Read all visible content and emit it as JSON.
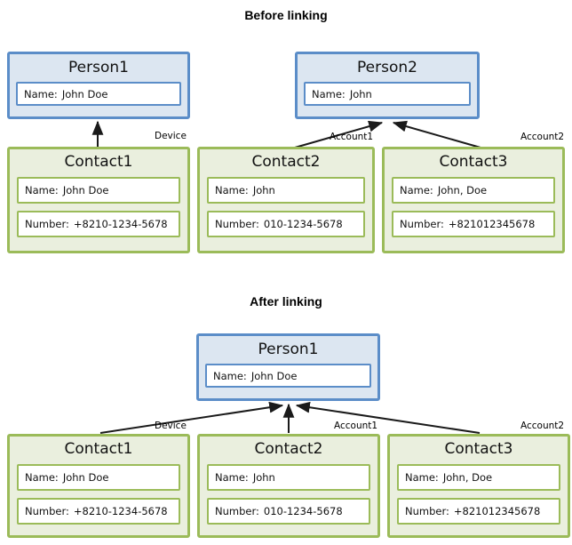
{
  "diagram": {
    "sections": [
      {
        "id": "before",
        "title": "Before linking"
      },
      {
        "id": "after",
        "title": "After linking"
      }
    ],
    "colors": {
      "person_border": "#5B8DC8",
      "person_fill": "#DCE6F1",
      "contact_border": "#9BBB59",
      "contact_fill": "#EAEFDE",
      "arrow": "#1A1A1A",
      "text": "#111111",
      "background": "#FFFFFF"
    },
    "before": {
      "persons": [
        {
          "title": "Person1",
          "fields": [
            {
              "label": "Name:",
              "value": "John Doe"
            }
          ]
        },
        {
          "title": "Person2",
          "fields": [
            {
              "label": "Name:",
              "value": "John"
            }
          ]
        }
      ],
      "contacts": [
        {
          "title": "Contact1",
          "fields": [
            {
              "label": "Name:",
              "value": "John Doe"
            },
            {
              "label": "Number:",
              "value": "+8210-1234-5678"
            }
          ]
        },
        {
          "title": "Contact2",
          "fields": [
            {
              "label": "Name:",
              "value": "John"
            },
            {
              "label": "Number:",
              "value": "010-1234-5678"
            }
          ]
        },
        {
          "title": "Contact3",
          "fields": [
            {
              "label": "Name:",
              "value": "John, Doe"
            },
            {
              "label": "Number:",
              "value": "+821012345678"
            }
          ]
        }
      ],
      "edges": [
        {
          "label": "Device",
          "from": "Contact1",
          "to": "Person1"
        },
        {
          "label": "Account1",
          "from": "Contact2",
          "to": "Person2"
        },
        {
          "label": "Account2",
          "from": "Contact3",
          "to": "Person2"
        }
      ]
    },
    "after": {
      "persons": [
        {
          "title": "Person1",
          "fields": [
            {
              "label": "Name:",
              "value": "John Doe"
            }
          ]
        }
      ],
      "contacts": [
        {
          "title": "Contact1",
          "fields": [
            {
              "label": "Name:",
              "value": "John Doe"
            },
            {
              "label": "Number:",
              "value": "+8210-1234-5678"
            }
          ]
        },
        {
          "title": "Contact2",
          "fields": [
            {
              "label": "Name:",
              "value": "John"
            },
            {
              "label": "Number:",
              "value": "010-1234-5678"
            }
          ]
        },
        {
          "title": "Contact3",
          "fields": [
            {
              "label": "Name:",
              "value": "John, Doe"
            },
            {
              "label": "Number:",
              "value": "+821012345678"
            }
          ]
        }
      ],
      "edges": [
        {
          "label": "Device",
          "from": "Contact1",
          "to": "Person1"
        },
        {
          "label": "Account1",
          "from": "Contact2",
          "to": "Person1"
        },
        {
          "label": "Account2",
          "from": "Contact3",
          "to": "Person1"
        }
      ]
    }
  }
}
